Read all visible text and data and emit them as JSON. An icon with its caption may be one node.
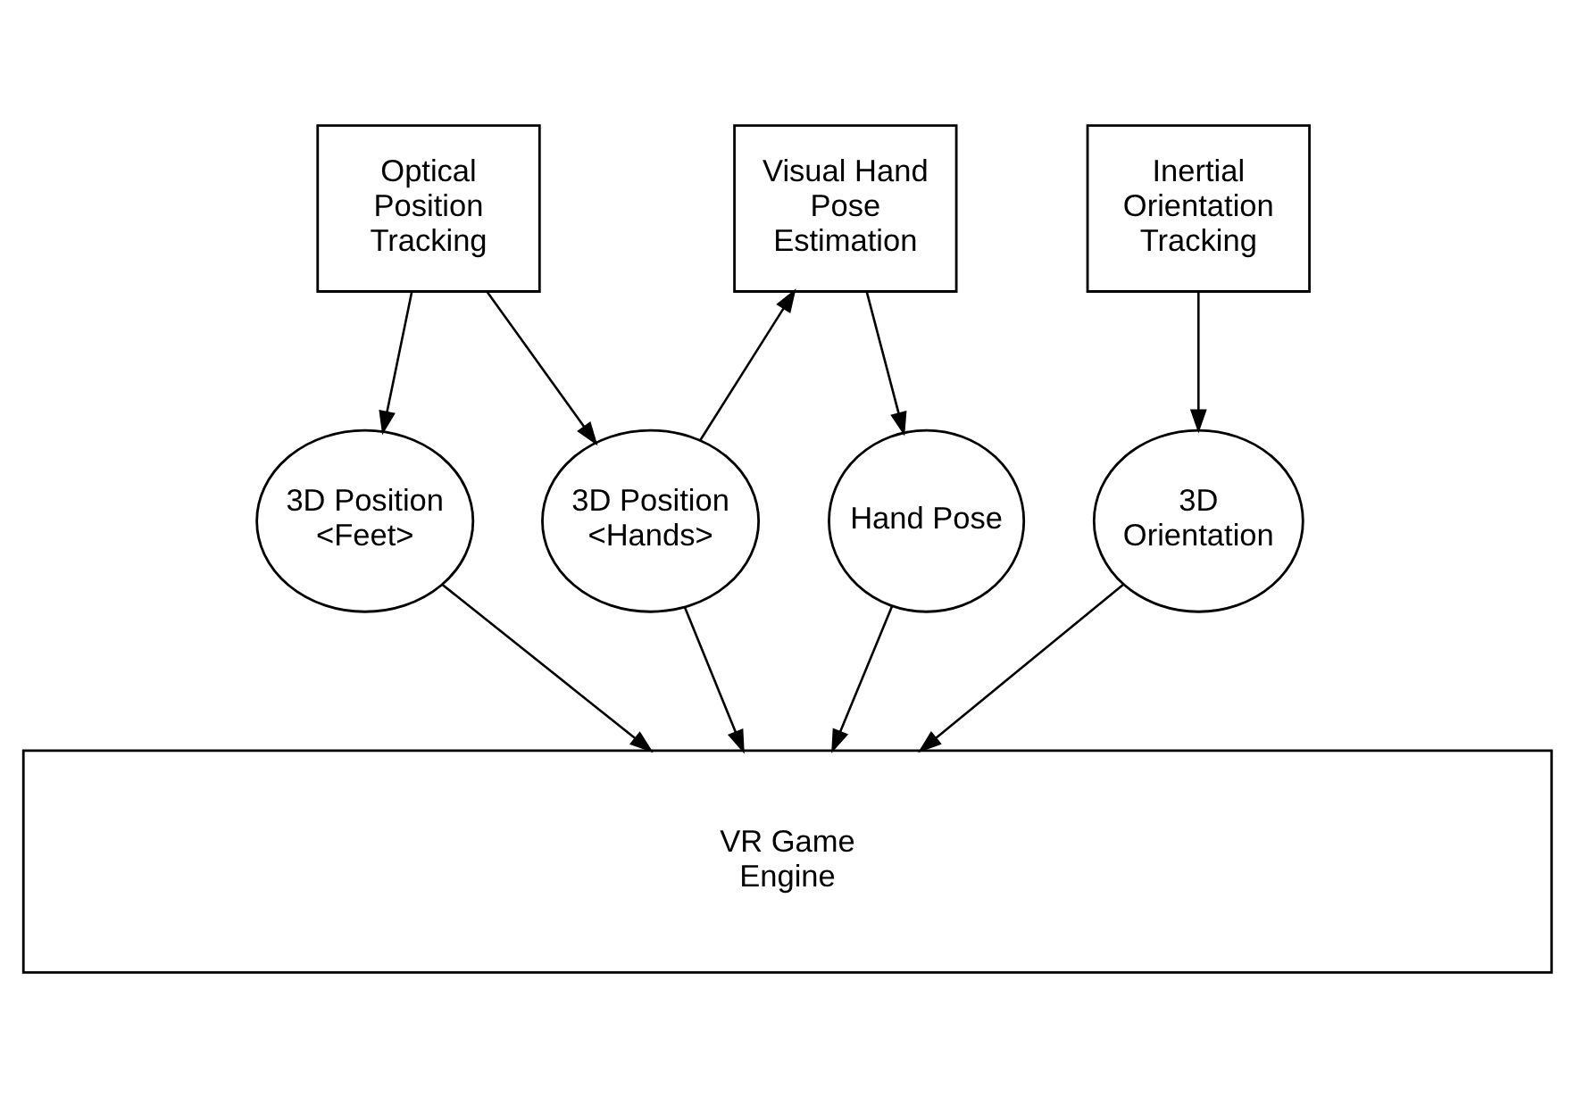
{
  "diagram": {
    "nodes": [
      {
        "text": [
          "Optical Position Tracking"
        ]
      },
      {
        "text": [
          "Visual Hand Pose Estimation"
        ]
      },
      {
        "text": [
          "Inertial Orientation Tracking"
        ]
      },
      {
        "text": [
          "3D Position <Feet>"
        ]
      },
      {
        "text": [
          "3D Position <Hands>"
        ]
      },
      {
        "text": [
          "Hand Pose"
        ]
      },
      {
        "text": [
          "3D Orientation"
        ]
      },
      {
        "text": [
          "VR Game Engine"
        ]
      }
    ],
    "edges": [
      {
        "from": 0,
        "to": 3,
        "arrow": "to"
      },
      {
        "from": 0,
        "to": 4,
        "arrow": "to"
      },
      {
        "from": 4,
        "to": 1,
        "arrow": "to"
      },
      {
        "from": 1,
        "to": 5,
        "arrow": "to"
      },
      {
        "from": 2,
        "to": 6,
        "arrow": "to"
      },
      {
        "from": 3,
        "to": 7,
        "arrow": "to"
      },
      {
        "from": 4,
        "to": 7,
        "arrow": "to"
      },
      {
        "from": 5,
        "to": 7,
        "arrow": "to"
      },
      {
        "from": 6,
        "to": 7,
        "arrow": "to"
      }
    ]
  }
}
